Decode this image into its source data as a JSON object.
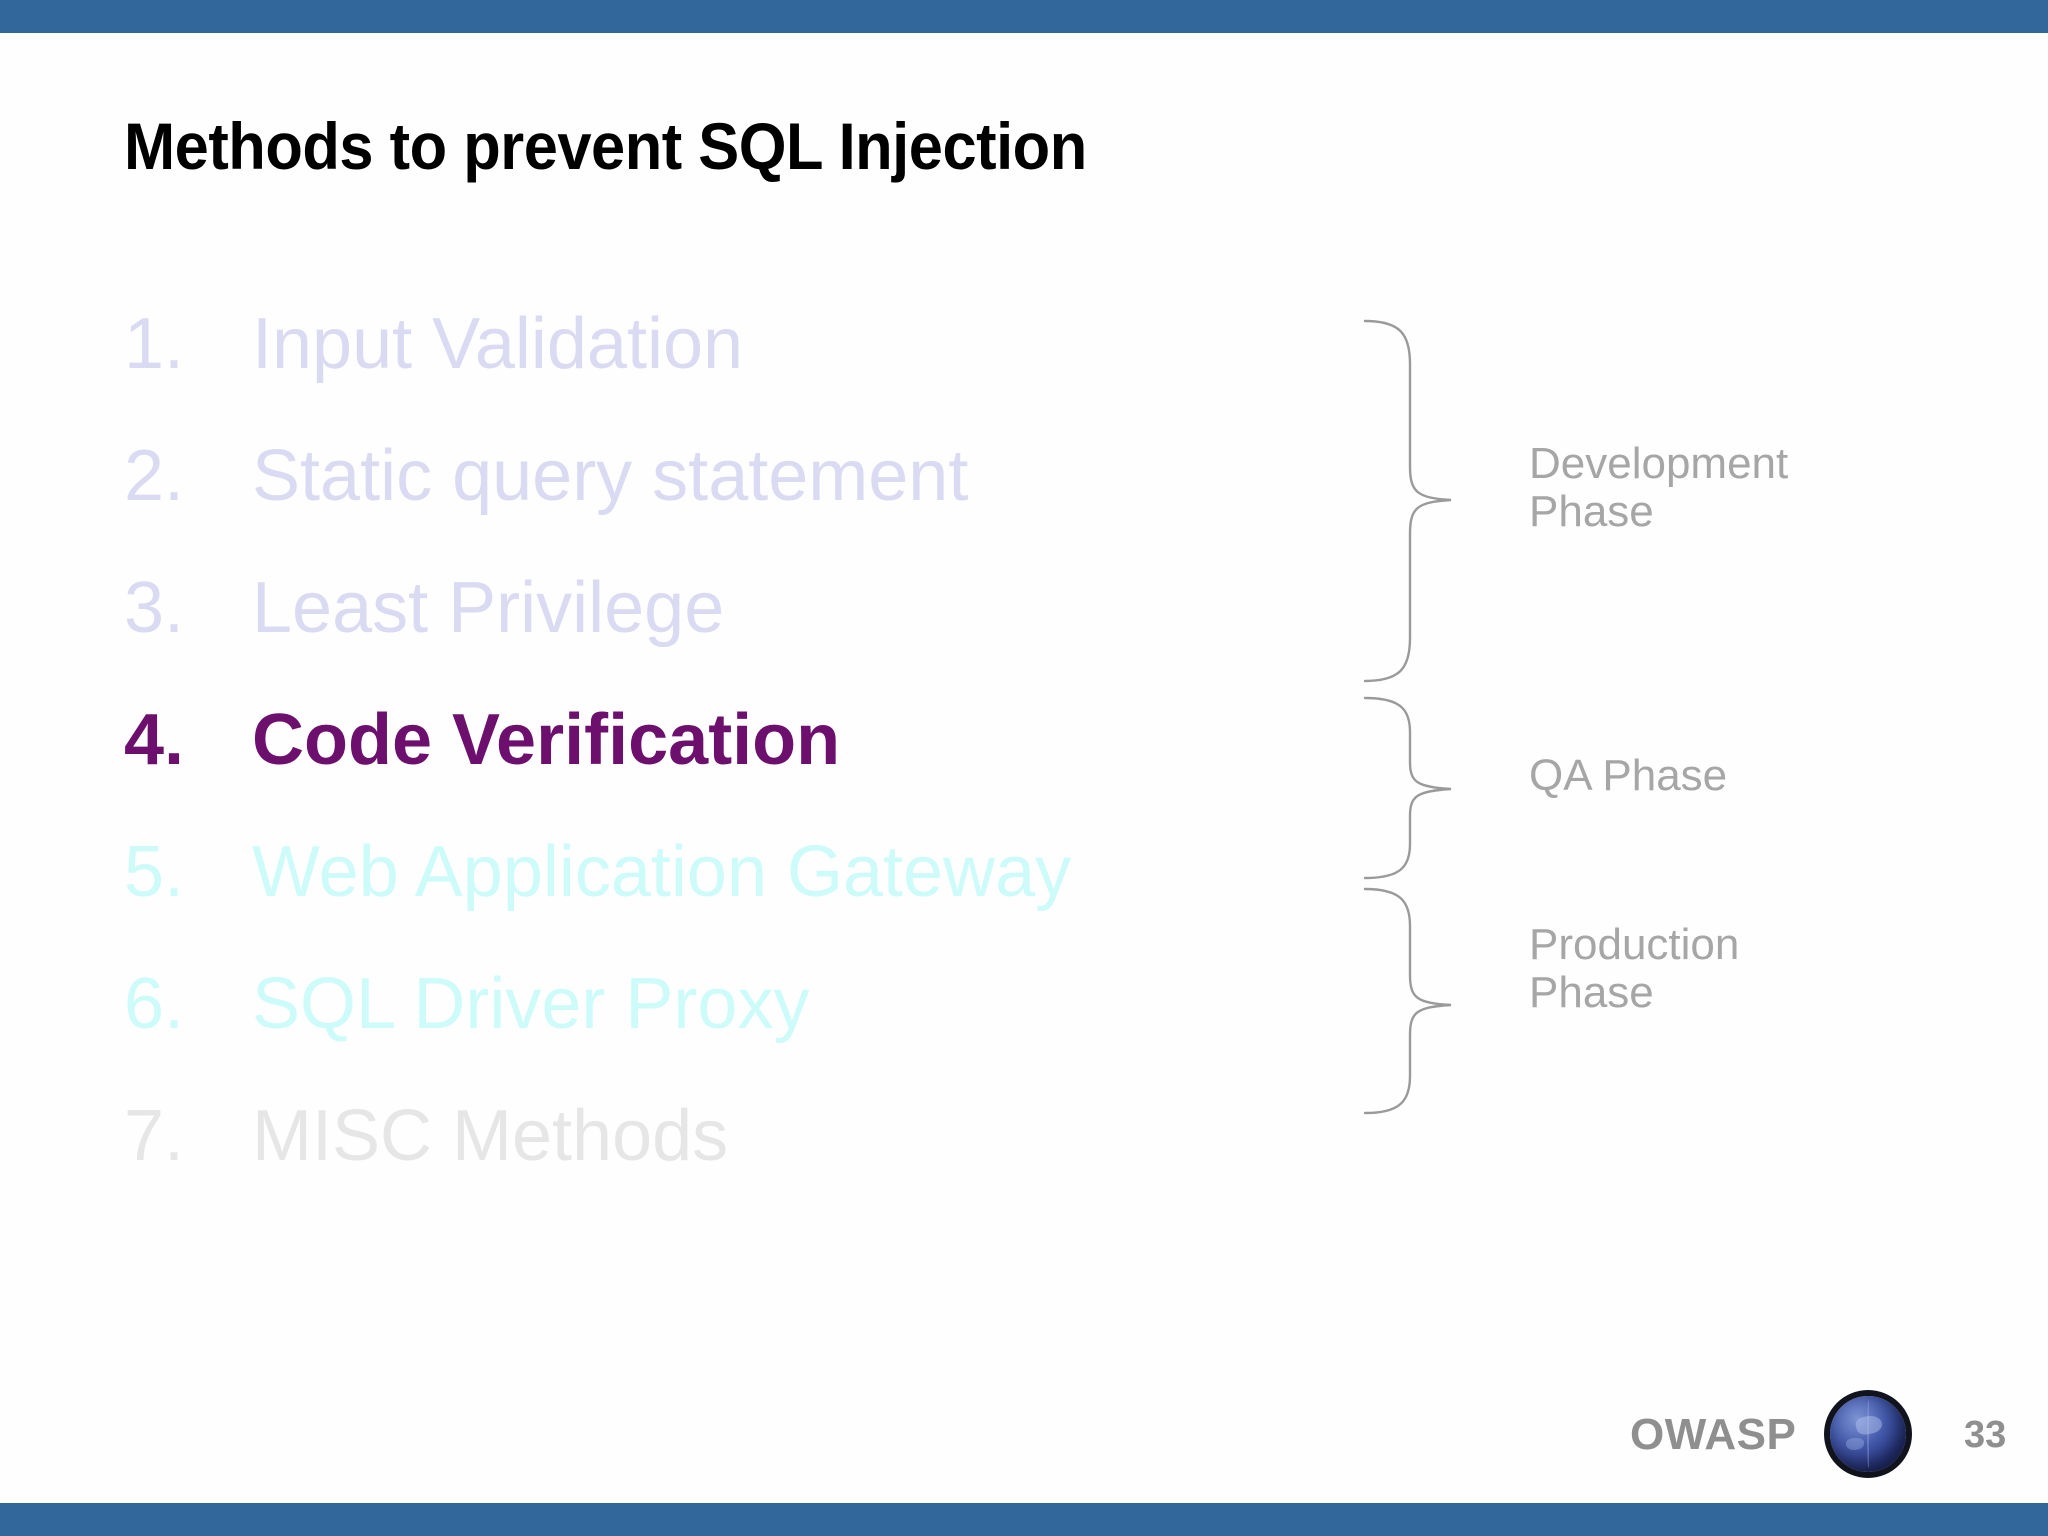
{
  "slide": {
    "title": "Methods to prevent SQL Injection",
    "bar_color": "#32679c",
    "background": "#ffffff"
  },
  "methods": {
    "items": [
      {
        "num": "1.",
        "label": "Input Validation",
        "tone": "lavender",
        "color": "#dadaf2",
        "emphasis": false
      },
      {
        "num": "2.",
        "label": "Static query statement",
        "tone": "lavender",
        "color": "#dadaf2",
        "emphasis": false
      },
      {
        "num": "3.",
        "label": "Least Privilege",
        "tone": "lavender",
        "color": "#dadaf2",
        "emphasis": false
      },
      {
        "num": "4.",
        "label": "Code Verification",
        "tone": "purple",
        "color": "#6c0f6d",
        "emphasis": true
      },
      {
        "num": "5.",
        "label": "Web Application Gateway",
        "tone": "cyan",
        "color": "#ccfbf9",
        "emphasis": false
      },
      {
        "num": "6.",
        "label": "SQL Driver Proxy",
        "tone": "cyan",
        "color": "#ccfbf9",
        "emphasis": false
      },
      {
        "num": "7.",
        "label": "MISC Methods",
        "tone": "gray",
        "color": "#e6e6e6",
        "emphasis": false
      }
    ]
  },
  "phases": {
    "label_color": "#a6a6a6",
    "brace_color": "#9a9a9a",
    "groups": [
      {
        "name": "development",
        "label": "Development\nPhase",
        "covers": "1-3"
      },
      {
        "name": "qa",
        "label": "QA Phase",
        "covers": "4"
      },
      {
        "name": "production",
        "label": "Production\nPhase",
        "covers": "5-6"
      }
    ]
  },
  "footer": {
    "brand": "OWASP",
    "brand_color": "#8f8f8f",
    "logo_icon": "owasp-globe-icon",
    "page_number": "33"
  }
}
